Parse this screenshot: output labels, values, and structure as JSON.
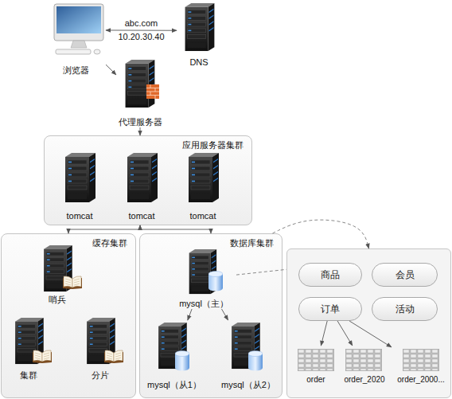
{
  "diagram": {
    "nodes": [
      {
        "text": [
          "浏览器"
        ]
      },
      {
        "text": [
          "DNS"
        ]
      },
      {
        "text": [
          "代理服务器"
        ]
      },
      {
        "text": [
          "应用服务器集群"
        ]
      },
      {
        "text": [
          "tomcat"
        ],
        "in": 3
      },
      {
        "text": [
          "tomcat"
        ],
        "in": 3
      },
      {
        "text": [
          "tomcat"
        ],
        "in": 3
      },
      {
        "text": [
          "缓存集群"
        ]
      },
      {
        "text": [
          "哨兵"
        ],
        "in": 7
      },
      {
        "text": [
          "集群"
        ],
        "in": 7
      },
      {
        "text": [
          "分片"
        ],
        "in": 7
      },
      {
        "text": [
          "数据库集群"
        ]
      },
      {
        "text": [
          "mysql（主）"
        ],
        "in": 11
      },
      {
        "text": [
          "mysql（从1）"
        ],
        "in": 11
      },
      {
        "text": [
          "mysql（从2）"
        ],
        "in": 11
      },
      {
        "text": []
      },
      {
        "text": [
          "商品"
        ],
        "in": 15
      },
      {
        "text": [
          "会员"
        ],
        "in": 15
      },
      {
        "text": [
          "订单"
        ],
        "in": 15
      },
      {
        "text": [
          "活动"
        ],
        "in": 15
      },
      {
        "text": [
          "order"
        ],
        "in": 15
      },
      {
        "text": [
          "order_2020"
        ],
        "in": 15
      },
      {
        "text": [
          "order_2000..."
        ],
        "in": 15
      }
    ],
    "edges": [
      {
        "from": 0,
        "to": 1,
        "arrow": "both",
        "label": "abc.com 10.20.30.40"
      },
      {
        "from": 0,
        "to": 2,
        "arrow": "to"
      },
      {
        "from": 2,
        "to": 3,
        "arrow": "to"
      },
      {
        "from": 3,
        "to": 7,
        "arrow": "both"
      },
      {
        "from": 3,
        "to": 11,
        "arrow": "both"
      },
      {
        "from": 12,
        "to": 13,
        "arrow": "to"
      },
      {
        "from": 12,
        "to": 14,
        "arrow": "to"
      },
      {
        "from": 11,
        "to": 15,
        "arrow": "to"
      },
      {
        "from": 12,
        "to": 15,
        "arrow": "none"
      },
      {
        "from": 18,
        "to": 20,
        "arrow": "to"
      },
      {
        "from": 18,
        "to": 21,
        "arrow": "to"
      },
      {
        "from": 18,
        "to": 22,
        "arrow": "to"
      }
    ]
  }
}
